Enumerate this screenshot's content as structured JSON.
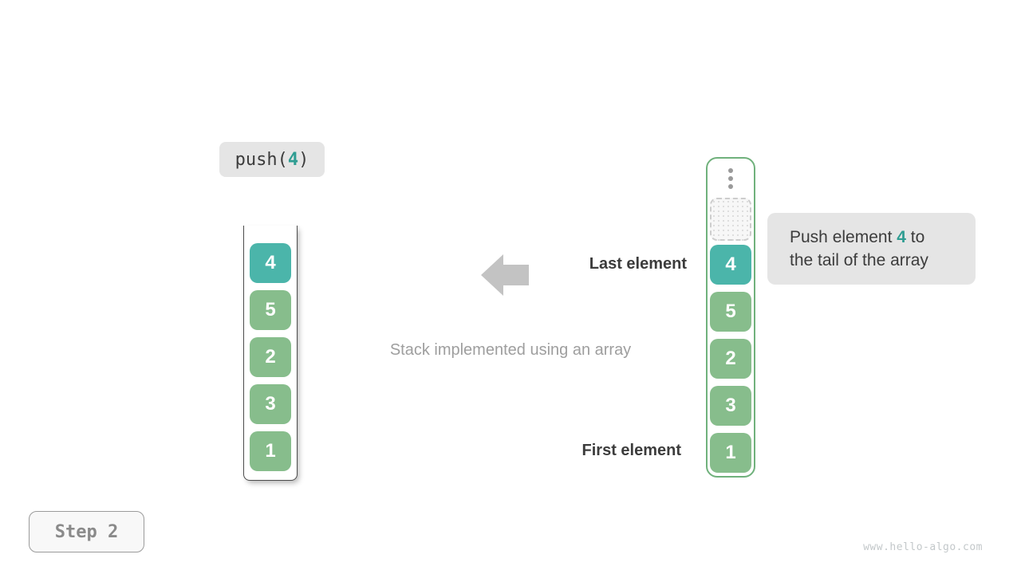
{
  "colors": {
    "page-bg": "#ffffff",
    "teal": "#4bb5aa",
    "green": "#87bd8c",
    "teal-accent": "#2f9d92",
    "stack-border-green": "#70b17c",
    "container-border": "#4c4c4c",
    "dark-text": "#3c3c3c",
    "muted-text": "#9e9e9e",
    "arrow-gray": "#c3c3c3",
    "badge-bg": "#e5e5e5",
    "step-text": "#8a8a8a",
    "watermark-color": "#c3c8ca"
  },
  "operation": {
    "prefix": "push(",
    "value": "4",
    "suffix": ")"
  },
  "left_stack": {
    "values": [
      "4",
      "5",
      "2",
      "3",
      "1"
    ]
  },
  "right_stack": {
    "values": [
      "4",
      "5",
      "2",
      "3",
      "1"
    ]
  },
  "labels": {
    "last_element": "Last element",
    "first_element": "First element",
    "caption": "Stack implemented using an array"
  },
  "tooltip": {
    "line1_before": "Push element ",
    "highlight": "4",
    "line1_after": " to",
    "line2": "the tail of the array"
  },
  "step": {
    "label": "Step 2"
  },
  "watermark": {
    "text": "www.hello-algo.com"
  }
}
